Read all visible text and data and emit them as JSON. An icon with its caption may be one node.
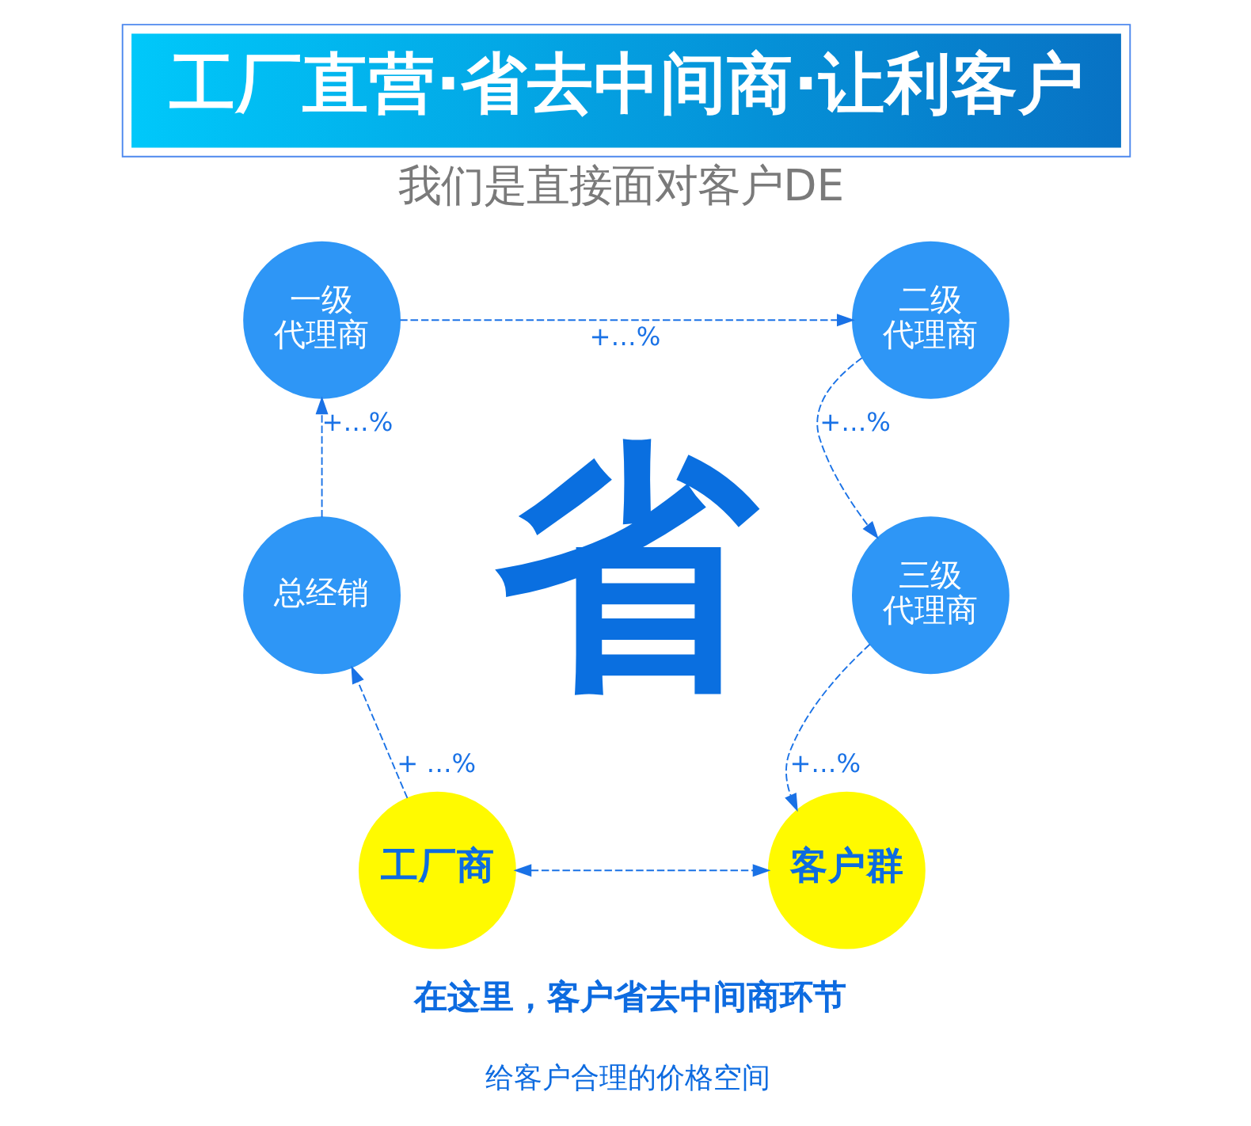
{
  "diagram": {
    "title": "工厂直营·省去中间商·让利客户",
    "nodes": [
      {
        "text": [
          "工厂商"
        ]
      },
      {
        "text": [
          "总经销"
        ]
      },
      {
        "text": [
          "一级代理商"
        ]
      },
      {
        "text": [
          "二级代理商"
        ]
      },
      {
        "text": [
          "三级代理商"
        ]
      },
      {
        "text": [
          "客户群"
        ]
      }
    ],
    "edges": [
      {
        "from": 0,
        "to": 1,
        "arrow": "to",
        "label": "+ …%",
        "style": "dashed"
      },
      {
        "from": 1,
        "to": 2,
        "arrow": "to",
        "label": "+…%",
        "style": "dashed"
      },
      {
        "from": 2,
        "to": 3,
        "arrow": "to",
        "label": "+…%",
        "style": "dashed"
      },
      {
        "from": 3,
        "to": 4,
        "arrow": "to",
        "label": "+…%",
        "style": "dashed"
      },
      {
        "from": 4,
        "to": 5,
        "arrow": "to",
        "label": "+…%",
        "style": "dashed"
      },
      {
        "from": 0,
        "to": 5,
        "arrow": "both",
        "style": "dashed"
      }
    ],
    "labels": [
      "我们是直接面对客户DE",
      "省",
      "在这里，客户省去中间商环节",
      "给客户合理的价格空间"
    ]
  }
}
